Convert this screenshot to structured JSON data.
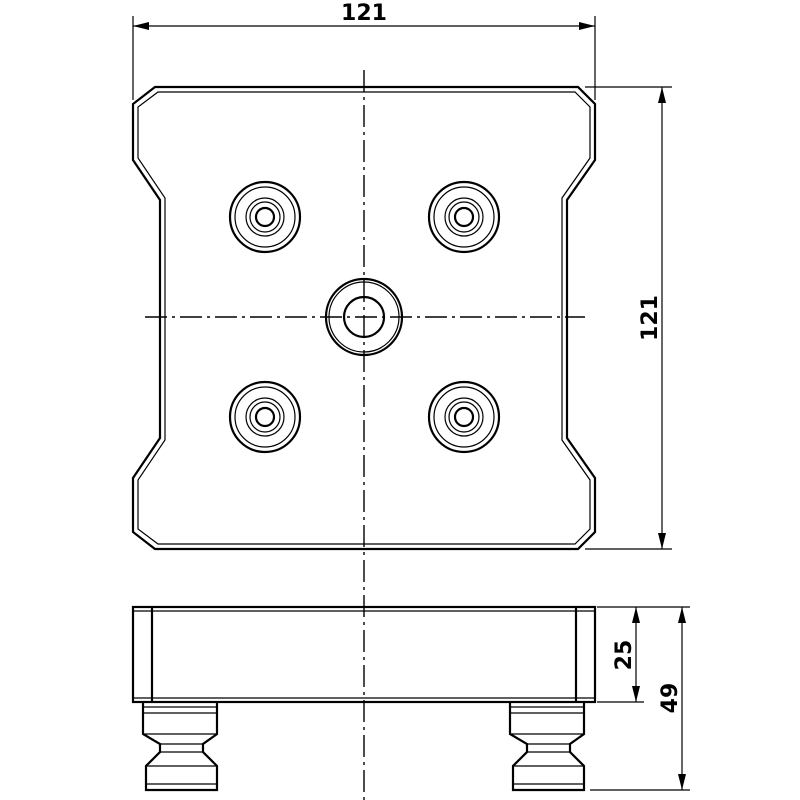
{
  "dimensions": {
    "top_width": "121",
    "right_height": "121",
    "base_height": "25",
    "total_height": "49"
  },
  "colors": {
    "line": "#000000",
    "background": "#ffffff"
  }
}
